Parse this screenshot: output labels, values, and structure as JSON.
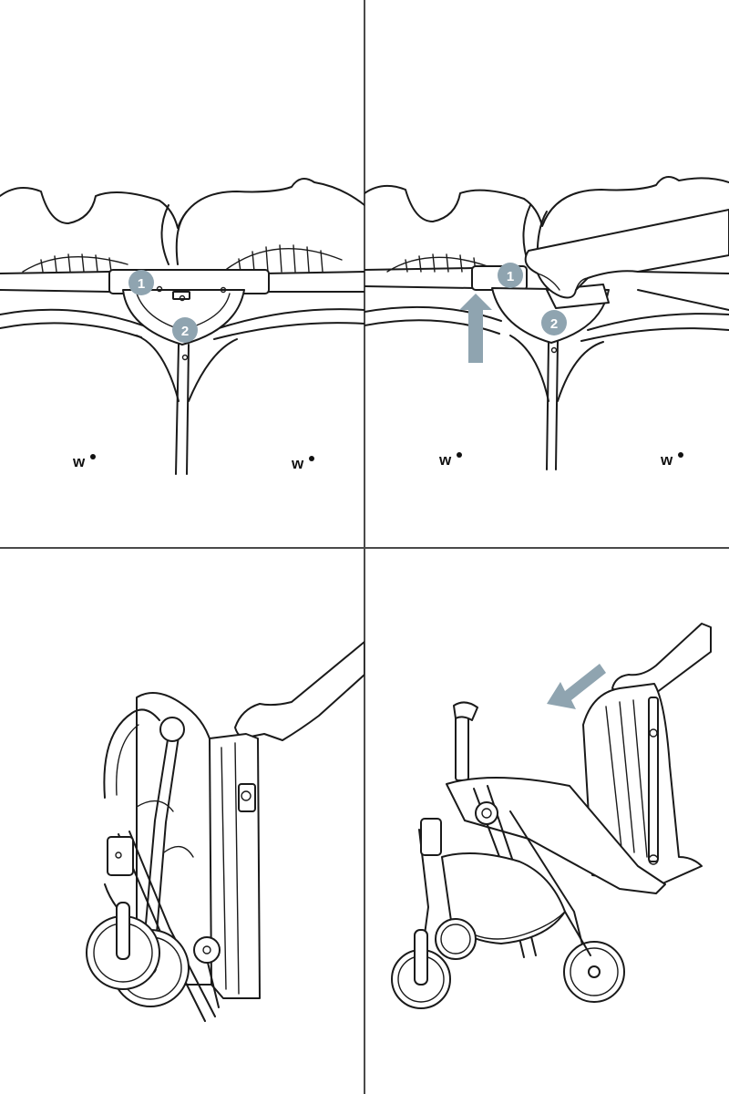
{
  "panels": [
    {
      "id": "step-1-locate-latches",
      "markers": [
        "1",
        "2"
      ],
      "logo_text": [
        "w",
        "w"
      ]
    },
    {
      "id": "step-2-lift-latch",
      "markers": [
        "1",
        "2"
      ],
      "logo_text": [
        "w",
        "w"
      ]
    },
    {
      "id": "step-3-folded-stroller"
    },
    {
      "id": "step-4-fold-backwards"
    }
  ],
  "colors": {
    "marker_fill": "#8fa4b0",
    "arrow_fill": "#8fa4b0",
    "line": "#1a1a1a",
    "divider": "#4a4a4a"
  }
}
